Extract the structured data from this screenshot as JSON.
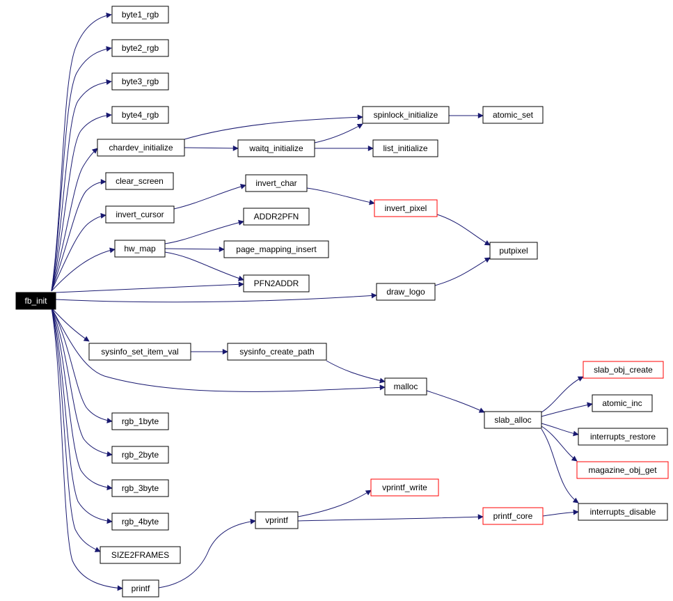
{
  "nodes": {
    "fb_init": "fb_init",
    "byte1_rgb": "byte1_rgb",
    "byte2_rgb": "byte2_rgb",
    "byte3_rgb": "byte3_rgb",
    "byte4_rgb": "byte4_rgb",
    "chardev_initialize": "chardev_initialize",
    "clear_screen": "clear_screen",
    "invert_cursor": "invert_cursor",
    "hw_map": "hw_map",
    "sysinfo_set_item_val": "sysinfo_set_item_val",
    "rgb_1byte": "rgb_1byte",
    "rgb_2byte": "rgb_2byte",
    "rgb_3byte": "rgb_3byte",
    "rgb_4byte": "rgb_4byte",
    "SIZE2FRAMES": "SIZE2FRAMES",
    "printf": "printf",
    "waitq_initialize": "waitq_initialize",
    "spinlock_initialize": "spinlock_initialize",
    "list_initialize": "list_initialize",
    "atomic_set": "atomic_set",
    "invert_char": "invert_char",
    "invert_pixel": "invert_pixel",
    "ADDR2PFN": "ADDR2PFN",
    "page_mapping_insert": "page_mapping_insert",
    "PFN2ADDR": "PFN2ADDR",
    "draw_logo": "draw_logo",
    "putpixel": "putpixel",
    "sysinfo_create_path": "sysinfo_create_path",
    "malloc": "malloc",
    "slab_alloc": "slab_alloc",
    "slab_obj_create": "slab_obj_create",
    "atomic_inc": "atomic_inc",
    "interrupts_restore": "interrupts_restore",
    "magazine_obj_get": "magazine_obj_get",
    "interrupts_disable": "interrupts_disable",
    "vprintf": "vprintf",
    "vprintf_write": "vprintf_write",
    "printf_core": "printf_core"
  },
  "colors": {
    "edge": "#191970",
    "node_border": "#000000",
    "truncated_border": "#ff0000",
    "root_fill": "#000000",
    "root_text": "#ffffff"
  }
}
